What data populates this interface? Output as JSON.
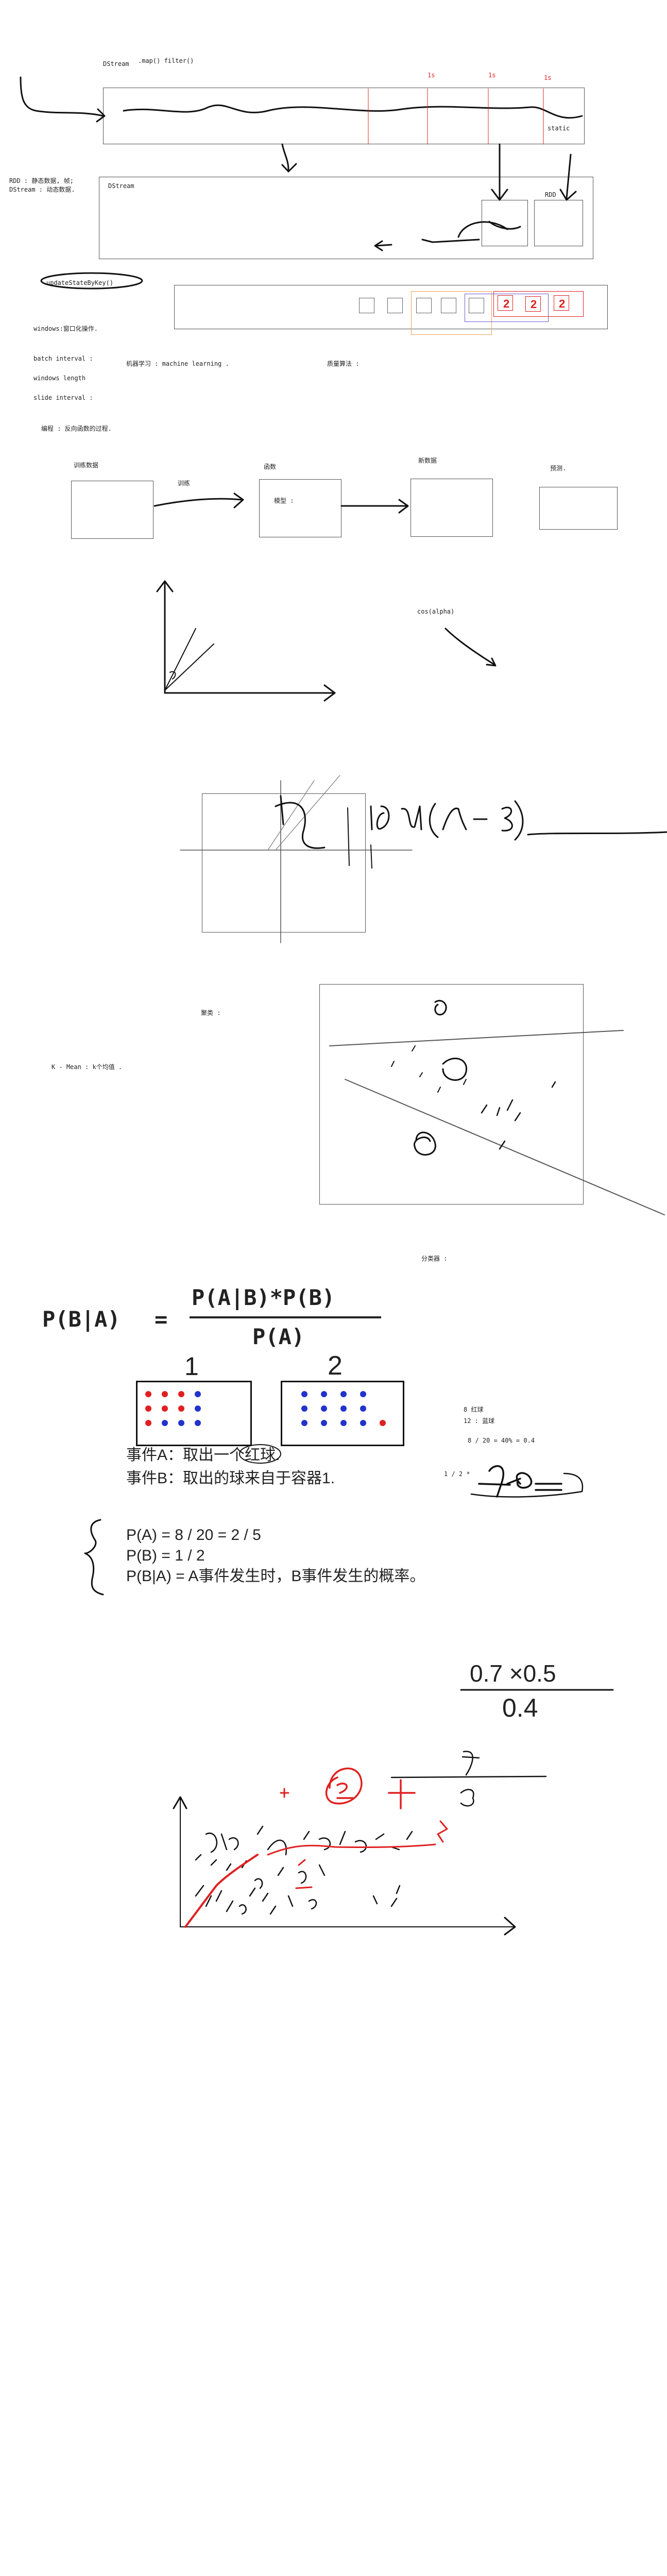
{
  "spark_section": {
    "dstream_label": "DStream",
    "ops_label": ".map() filter()",
    "time_marks": [
      "1s",
      "1s",
      "1s"
    ],
    "static_label": "static",
    "rdd_line1": "RDD : 静态数据, 帧;",
    "rdd_line2": "DStream : 动态数据.",
    "dstream_box_label": "DStream",
    "rdd_box_label": "RDD",
    "update_fn": "updateStateByKey()",
    "batch_nums": [
      "2",
      "2",
      "2"
    ],
    "windows_note": "windows:窗口化操作.",
    "batch_interval": "batch interval :",
    "windows_length": "windows length",
    "slide_interval": "slide interval :"
  },
  "ml_section": {
    "ml_label": "机器学习 : machine learning .",
    "algorithm_label": "质量算法 :",
    "programming_note": "编程 : 反向函数的过程.",
    "train_data": "训练数据",
    "train": "训练",
    "function": "函数",
    "model": "模型 :",
    "new_data": "新数据",
    "predict": "预测.",
    "cos_label": "cos(alpha)"
  },
  "cluster_section": {
    "cluster_label": "聚类 :",
    "kmeans_label": "K - Mean : k个均值 .",
    "classifier_label": "分类器 :"
  },
  "bayes_section": {
    "formula_lhs": "P(B|A)",
    "formula_eq": "=",
    "formula_num": "P(A|B)*P(B)",
    "formula_den": "P(A)",
    "container1_label": "1",
    "container2_label": "2",
    "event_a": "事件A：取出一个红球.",
    "event_b": "事件B：取出的球来自于容器1.",
    "pa": "P(A) = 8 / 20 = 2 / 5",
    "pb": "P(B) = 1 / 2",
    "pba": "P(B|A) = A事件发生时，B事件发生的概率。",
    "red_count": "8 红球",
    "blue_count": "12 : 蓝球",
    "ratio": "8 / 20 = 40% = 0.4",
    "half_times": "1 / 2 *",
    "hand_calc_num": "0.7 ×0.5",
    "hand_calc_den": "0.4"
  },
  "colors": {
    "red": "#e02020",
    "blue": "#2233cc",
    "ink": "#111111",
    "box": "#555555",
    "orange": "#f0a050",
    "purple": "#6a5acd"
  }
}
